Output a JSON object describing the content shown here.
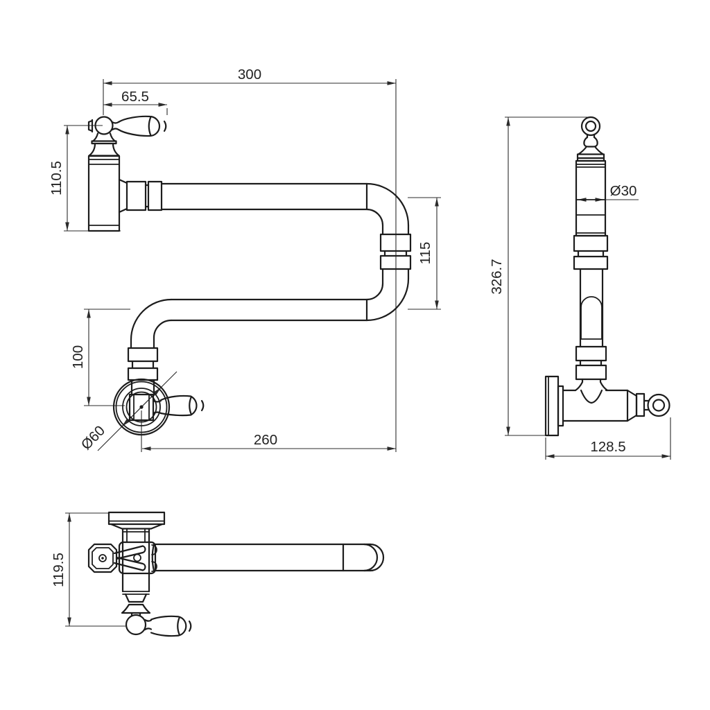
{
  "canvas": {
    "background": "#ffffff",
    "part_line_color": "#1c1c1c",
    "dimension_line_color": "#2b2b2b"
  },
  "views": {
    "front": {
      "dims": {
        "overall_width": "300",
        "handle_length": "65.5",
        "valve_height": "110.5",
        "arm_spacing": "115",
        "drop_height": "100",
        "spout_reach": "260",
        "flange_diameter": "Ø60"
      }
    },
    "side": {
      "dims": {
        "overall_height": "326.7",
        "pipe_diameter": "Ø30",
        "wall_projection": "128.5"
      }
    },
    "plan": {
      "dims": {
        "overall_depth": "119.5"
      }
    }
  }
}
